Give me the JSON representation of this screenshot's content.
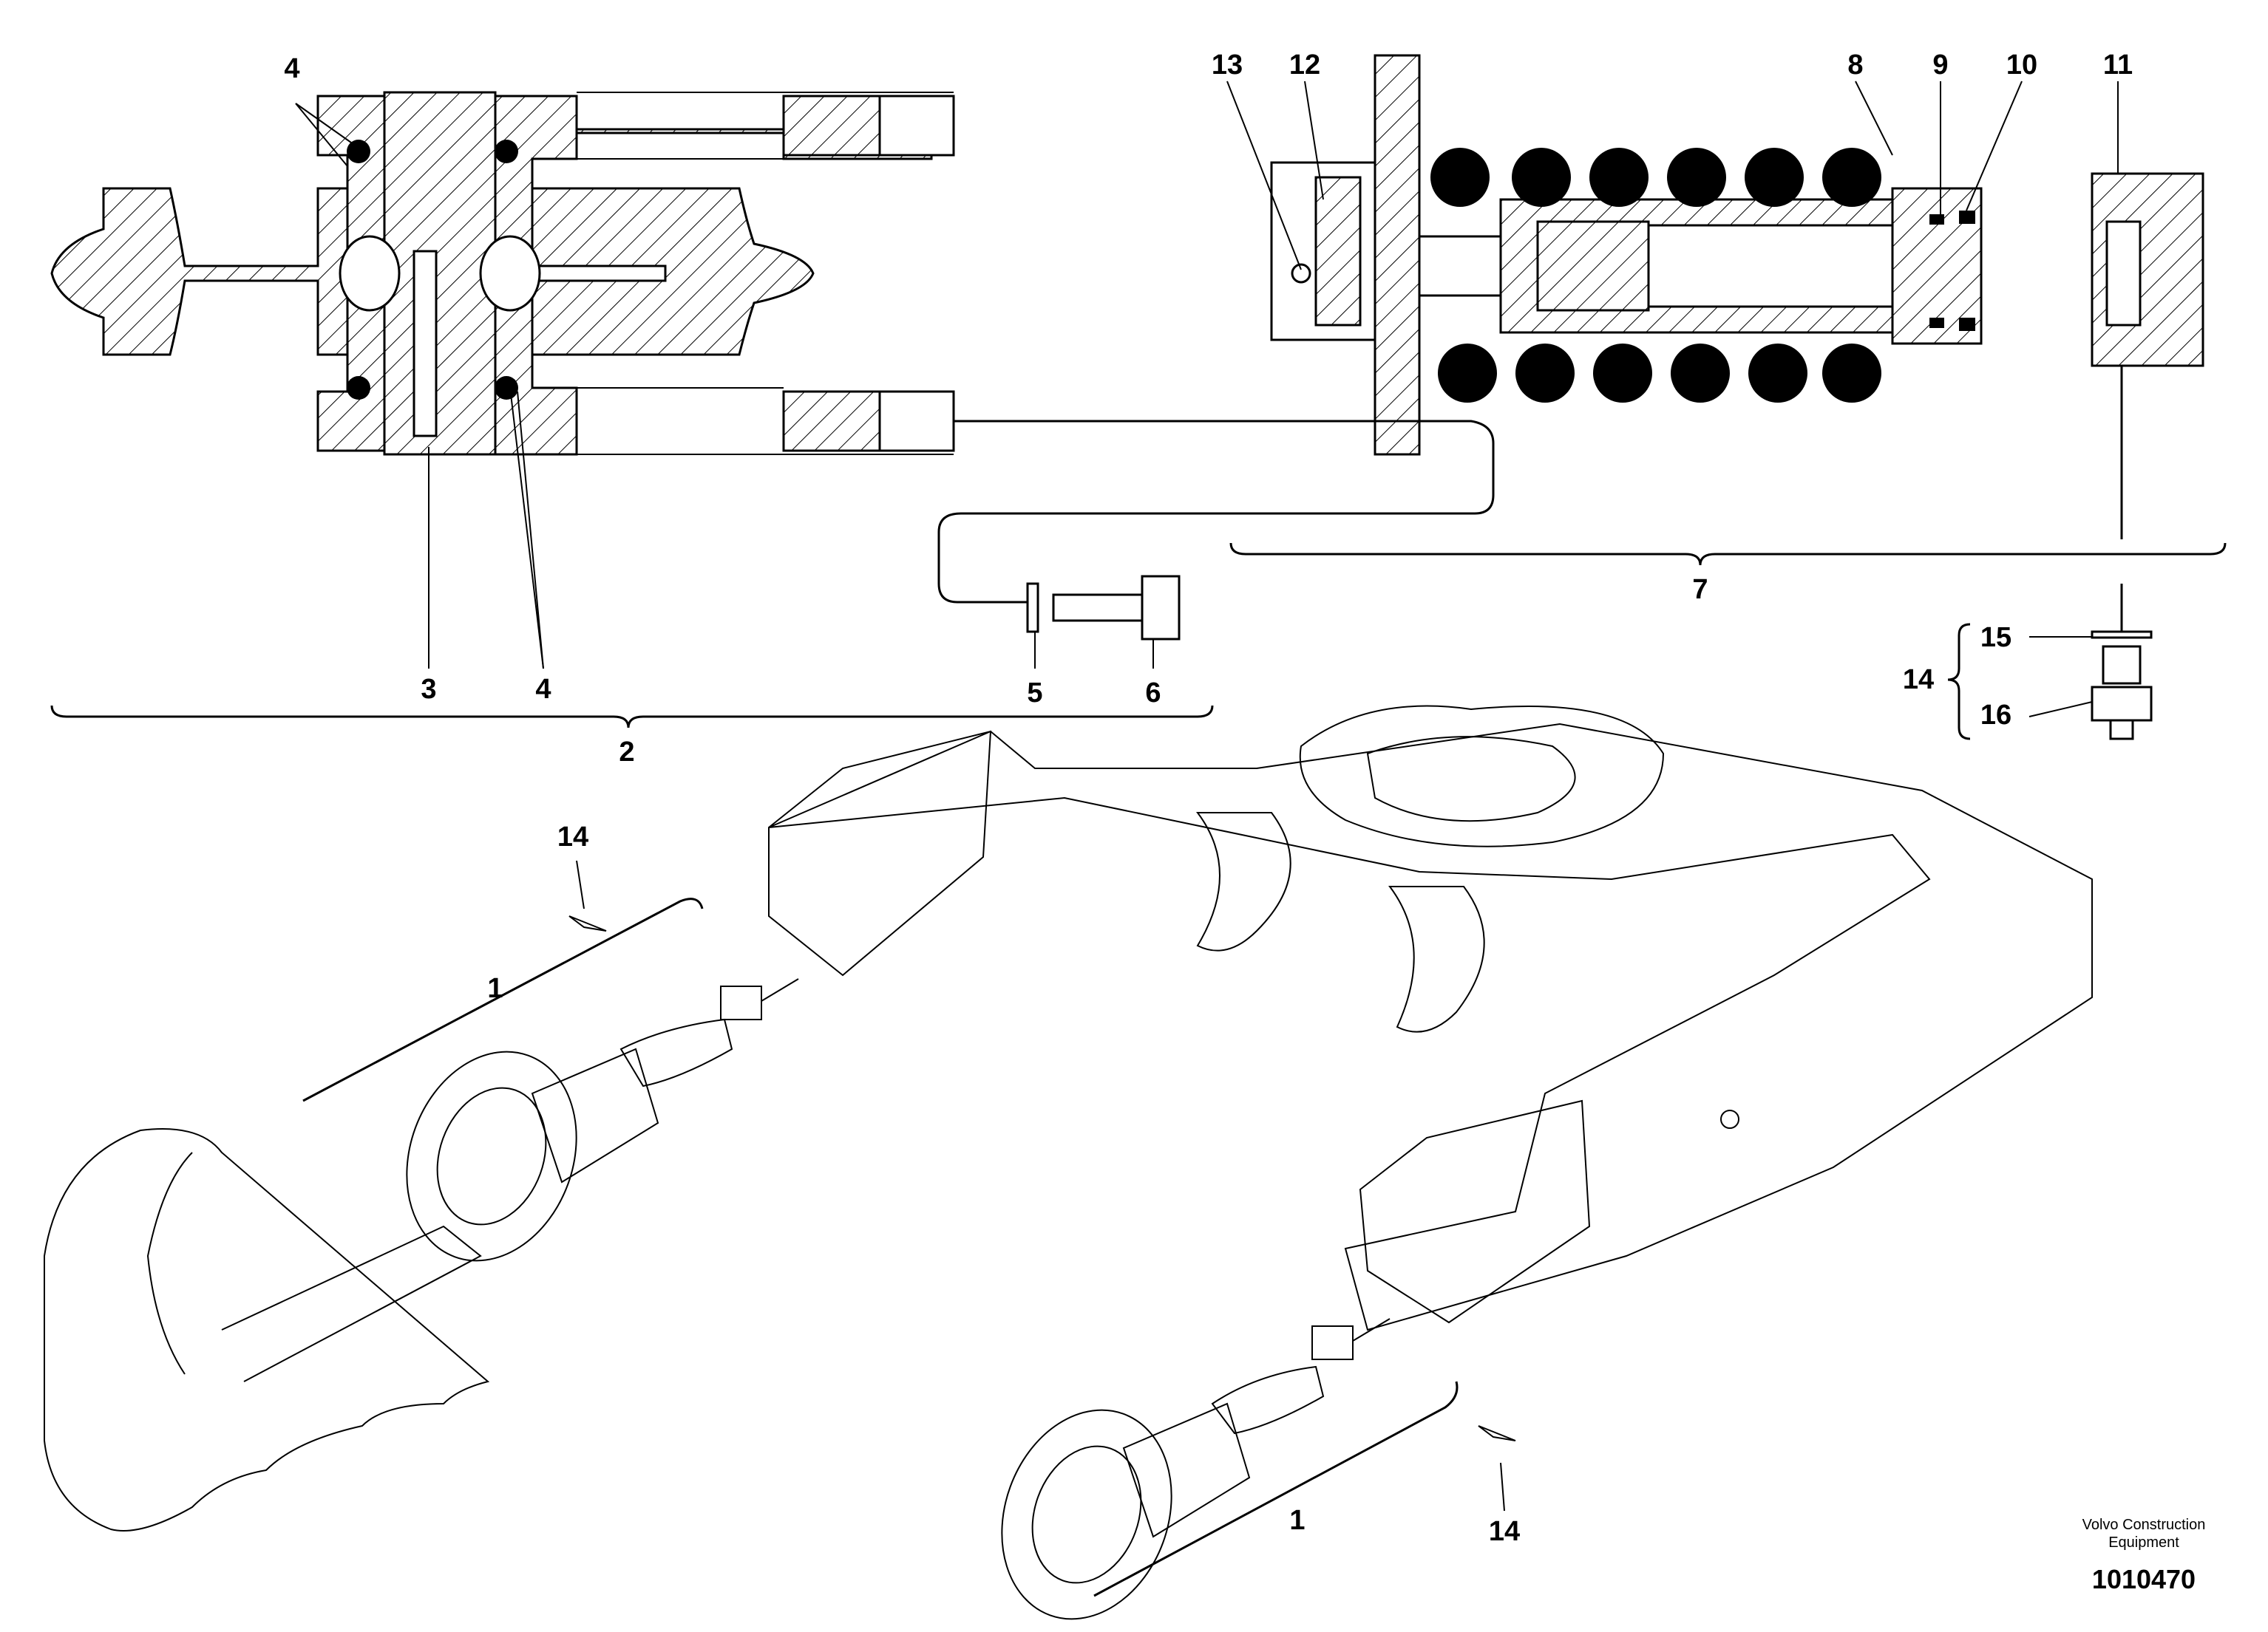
{
  "callouts": [
    {
      "id": "c4a",
      "text": "4"
    },
    {
      "id": "c4b",
      "text": "4"
    },
    {
      "id": "c3",
      "text": "3"
    },
    {
      "id": "c2",
      "text": "2"
    },
    {
      "id": "c5",
      "text": "5"
    },
    {
      "id": "c6",
      "text": "6"
    },
    {
      "id": "c13",
      "text": "13"
    },
    {
      "id": "c12",
      "text": "12"
    },
    {
      "id": "c8",
      "text": "8"
    },
    {
      "id": "c9",
      "text": "9"
    },
    {
      "id": "c10",
      "text": "10"
    },
    {
      "id": "c11",
      "text": "11"
    },
    {
      "id": "c7",
      "text": "7"
    },
    {
      "id": "c14a",
      "text": "14"
    },
    {
      "id": "c15",
      "text": "15"
    },
    {
      "id": "c16",
      "text": "16"
    },
    {
      "id": "c14b",
      "text": "14"
    },
    {
      "id": "c1a",
      "text": "1"
    },
    {
      "id": "c1b",
      "text": "1"
    },
    {
      "id": "c14c",
      "text": "14"
    }
  ],
  "manufacturer": {
    "line1": "Volvo Construction",
    "line2": "Equipment"
  },
  "document_number": "1010470"
}
